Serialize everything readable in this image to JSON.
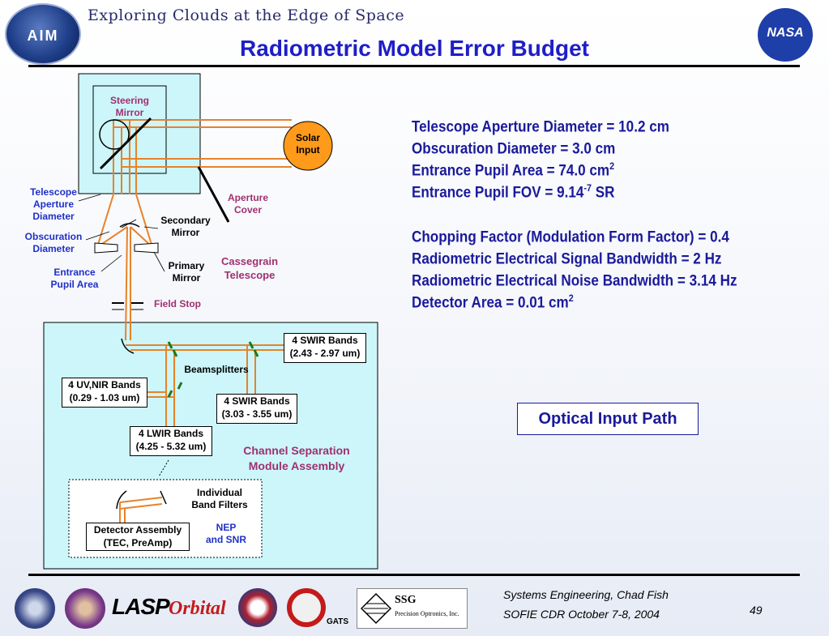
{
  "header": {
    "tagline": "Exploring Clouds at the Edge of Space",
    "aim_logo_text": "AIM",
    "nasa_logo_text": "NASA",
    "title": "Radiometric Model Error Budget"
  },
  "diagram": {
    "steering_mirror": "Steering\nMirror",
    "solar_input": "Solar\nInput",
    "aperture_cover": "Aperture\nCover",
    "telescope_aperture_diameter": "Telescope\nAperture\nDiameter",
    "obscuration_diameter": "Obscuration\nDiameter",
    "entrance_pupil_area": "Entrance\nPupil Area",
    "secondary_mirror": "Secondary\nMirror",
    "primary_mirror": "Primary\nMirror",
    "cassegrain_telescope": "Cassegrain\nTelescope",
    "field_stop": "Field Stop",
    "swir_bands_1": "4 SWIR Bands\n(2.43 - 2.97 um)",
    "beamsplitters": "Beamsplitters",
    "uvnir_bands": "4 UV,NIR Bands\n(0.29 - 1.03 um)",
    "swir_bands_2": "4 SWIR Bands\n(3.03 - 3.55 um)",
    "lwir_bands": "4 LWIR Bands\n(4.25 - 5.32 um)",
    "channel_separation": "Channel Separation\nModule Assembly",
    "individual_band_filters": "Individual\nBand Filters",
    "detector_assembly": "Detector Assembly\n(TEC, PreAmp)",
    "nep_snr": "NEP\nand SNR"
  },
  "specs": [
    {
      "text": "Telescope Aperture Diameter = 10.2 cm",
      "sup": "",
      "suffix": ""
    },
    {
      "text": "Obscuration Diameter = 3.0 cm",
      "sup": "",
      "suffix": ""
    },
    {
      "text": "Entrance Pupil Area = 74.0 cm",
      "sup": "2",
      "suffix": ""
    },
    {
      "text": "Entrance Pupil FOV = 9.14",
      "sup": "-7",
      "suffix": " SR"
    },
    {
      "text": "Chopping Factor (Modulation Form Factor) = 0.4",
      "sup": "",
      "suffix": ""
    },
    {
      "text": "Radiometric Electrical Signal Bandwidth = 2 Hz",
      "sup": "",
      "suffix": ""
    },
    {
      "text": "Radiometric Electrical Noise Bandwidth = 3.14 Hz",
      "sup": "",
      "suffix": ""
    },
    {
      "text": "Detector Area = 0.01 cm",
      "sup": "2",
      "suffix": ""
    }
  ],
  "optical_input_path": "Optical Input Path",
  "footer": {
    "line1": "Systems Engineering, Chad Fish",
    "line2": "SOFIE CDR October 7-8, 2004",
    "page_number": "49",
    "logo_lasp": "LASP",
    "logo_orbital": "Orbital",
    "logo_gats": "GATS",
    "logo_ssg": "SSG",
    "logo_ssg_sub": "Precision Optronics, Inc."
  },
  "colors": {
    "title_blue": "#1e1ec8",
    "spec_blue": "#1a1a9a",
    "beam_orange": "#e8822a",
    "panel_cyan": "#ccf6fa",
    "solar_orange": "#ff9a1a",
    "label_purple": "#a03070",
    "label_blue": "#2030c8"
  }
}
